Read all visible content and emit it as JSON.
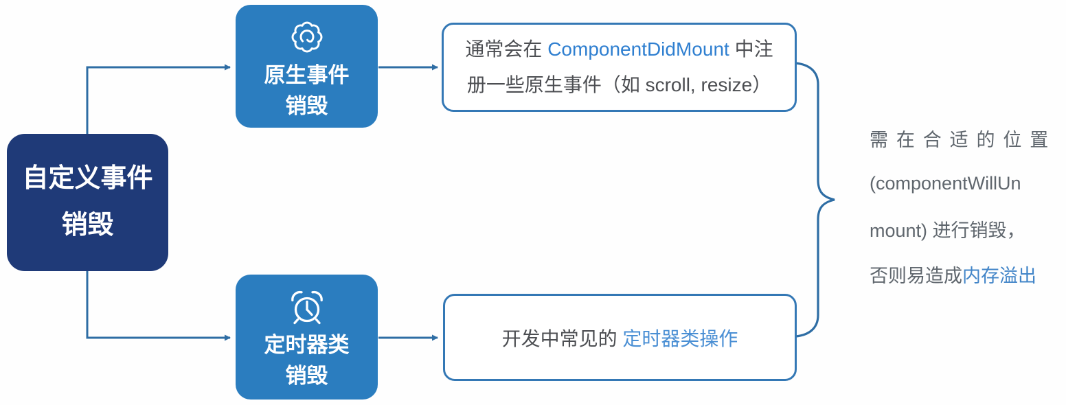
{
  "colors": {
    "root_navy": "#1f3a78",
    "branch_blue": "#2b7dbf",
    "connector_blue": "#2e6da4",
    "detail_border_blue": "#3478b5",
    "link_blue": "#2f7fd0",
    "light_link_blue": "#4a8fd4",
    "note_link_blue": "#4285c8",
    "detail_text_gray": "#4c4e52",
    "note_text_gray": "#5f666d"
  },
  "root": {
    "lines": [
      "自定义事件",
      "销毁"
    ]
  },
  "branches": [
    {
      "id": "native-events",
      "icon": "gear-icon",
      "lines": [
        "原生事件",
        "销毁"
      ],
      "detail_lines": [
        {
          "segments": [
            {
              "text": "通常会在 ",
              "color": "gray"
            },
            {
              "text": "ComponentDidMount",
              "color": "blue"
            },
            {
              "text": " 中注",
              "color": "gray"
            }
          ]
        },
        {
          "segments": [
            {
              "text": "册一些原生事件（如 scroll, resize）",
              "color": "gray"
            }
          ]
        }
      ]
    },
    {
      "id": "timers",
      "icon": "alarm-clock-icon",
      "lines": [
        "定时器类",
        "销毁"
      ],
      "detail_lines": [
        {
          "segments": [
            {
              "text": "开发中常见的 ",
              "color": "gray"
            },
            {
              "text": "定时器类操作",
              "color": "lightblue"
            }
          ]
        }
      ]
    }
  ],
  "note": {
    "lines": [
      {
        "spaced": true,
        "segments": [
          {
            "text": "需在合适的位置",
            "color": "gray"
          }
        ]
      },
      {
        "segments": [
          {
            "text": "(componentWillUn",
            "color": "gray"
          }
        ]
      },
      {
        "segments": [
          {
            "text": "mount) 进行销毁，",
            "color": "gray"
          }
        ]
      },
      {
        "segments": [
          {
            "text": "否则易造成 ",
            "color": "gray"
          },
          {
            "text": "内存溢出",
            "color": "blue"
          }
        ]
      }
    ]
  }
}
